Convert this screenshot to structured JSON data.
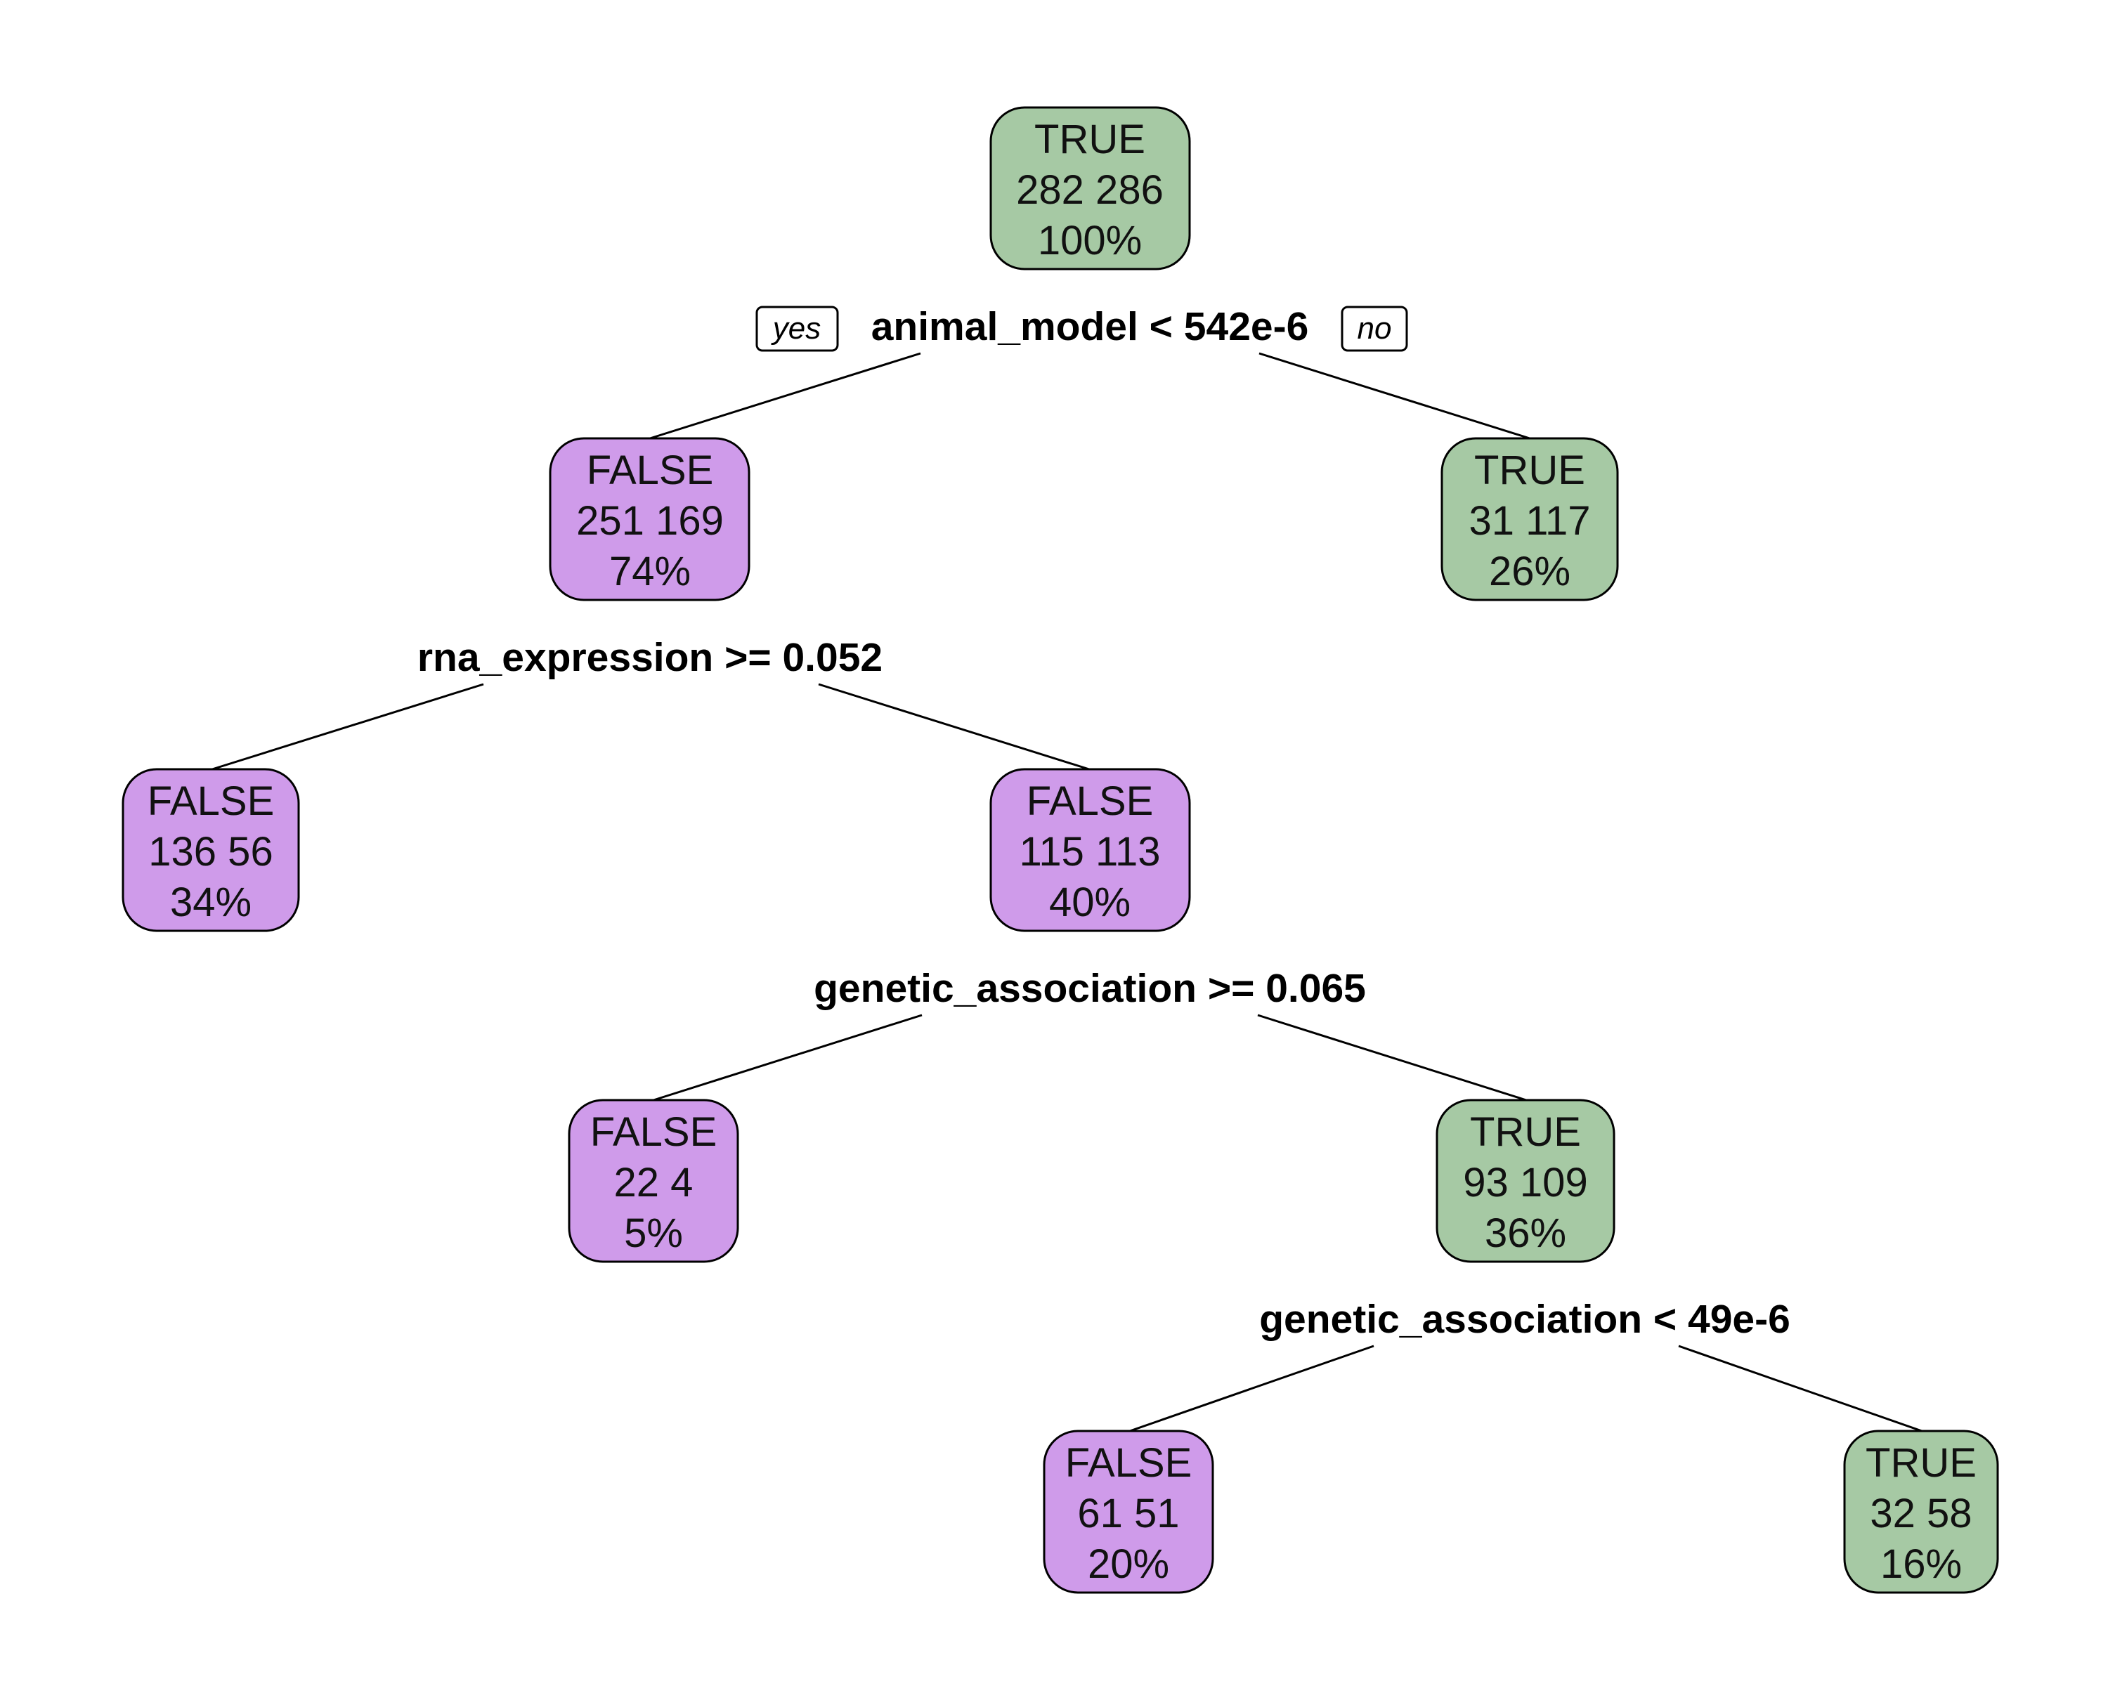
{
  "colors": {
    "true_fill": "#a6c9a4",
    "false_fill": "#cf9bea"
  },
  "branch_tags": {
    "yes": "yes",
    "no": "no"
  },
  "nodes": [
    {
      "id": "root",
      "label": "TRUE",
      "counts": "282  286",
      "percent": "100%"
    },
    {
      "id": "n2",
      "label": "FALSE",
      "counts": "251  169",
      "percent": "74%"
    },
    {
      "id": "n3",
      "label": "TRUE",
      "counts": "31  117",
      "percent": "26%"
    },
    {
      "id": "n4",
      "label": "FALSE",
      "counts": "136  56",
      "percent": "34%"
    },
    {
      "id": "n5",
      "label": "FALSE",
      "counts": "115  113",
      "percent": "40%"
    },
    {
      "id": "n10",
      "label": "FALSE",
      "counts": "22  4",
      "percent": "5%"
    },
    {
      "id": "n11",
      "label": "TRUE",
      "counts": "93  109",
      "percent": "36%"
    },
    {
      "id": "n22",
      "label": "FALSE",
      "counts": "61  51",
      "percent": "20%"
    },
    {
      "id": "n23",
      "label": "TRUE",
      "counts": "32  58",
      "percent": "16%"
    }
  ],
  "splits": [
    {
      "id": "s1",
      "text": "animal_model < 542e-6"
    },
    {
      "id": "s2",
      "text": "rna_expression >= 0.052"
    },
    {
      "id": "s5",
      "text": "genetic_association >= 0.065"
    },
    {
      "id": "s11",
      "text": "genetic_association < 49e-6"
    }
  ]
}
